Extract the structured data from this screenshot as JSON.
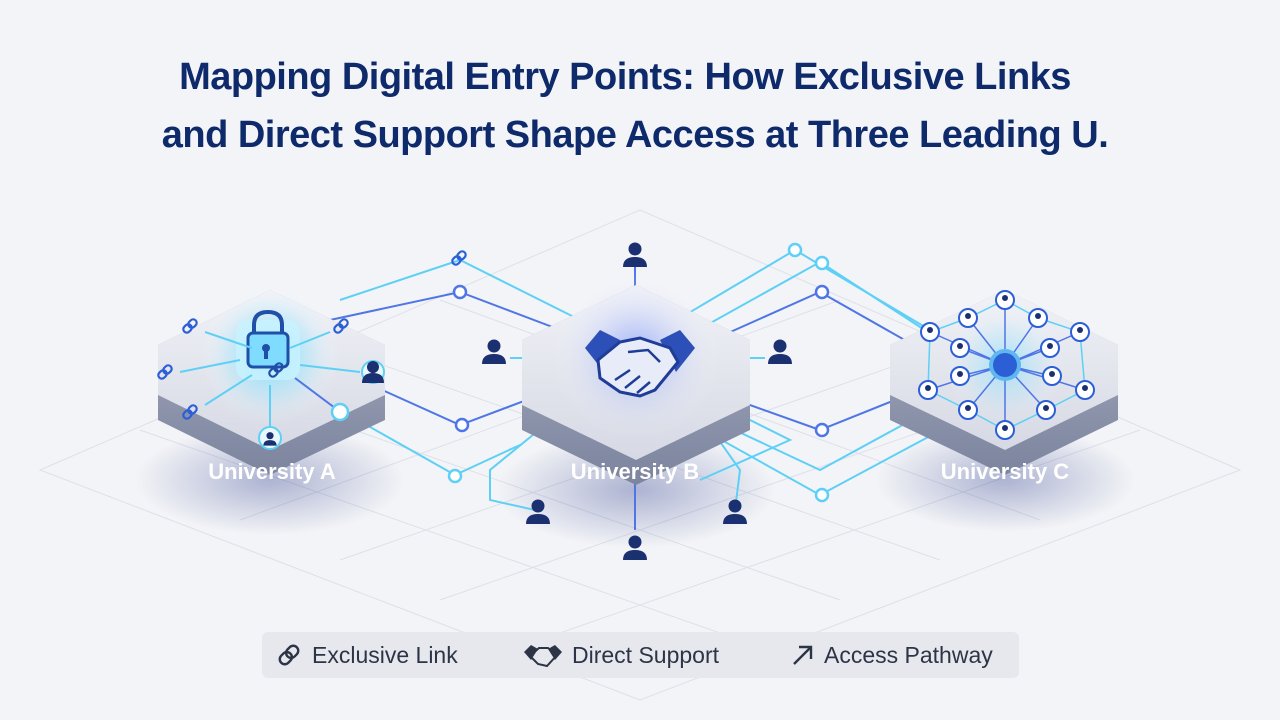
{
  "title": {
    "line1": "Mapping Digital Entry Points: How Exclusive Links",
    "line2": "and Direct Support Shape Access at Three Leading U."
  },
  "universities": [
    {
      "label": "University A",
      "icon": "lock-link-icon"
    },
    {
      "label": "University B",
      "icon": "handshake-icon"
    },
    {
      "label": "University C",
      "icon": "network-icon"
    }
  ],
  "legend": [
    {
      "label": "Exclusive Link",
      "icon": "link-icon"
    },
    {
      "label": "Direct Support",
      "icon": "handshake-icon"
    },
    {
      "label": "Access Pathway",
      "icon": "arrow-up-right-icon"
    }
  ],
  "colors": {
    "title": "#0e2a6b",
    "accent_cyan": "#3cc8f0",
    "accent_blue": "#3b63e0",
    "person": "#1b3070",
    "hex_top": "#e9ebf2",
    "hex_side": "#9aa2b8"
  }
}
